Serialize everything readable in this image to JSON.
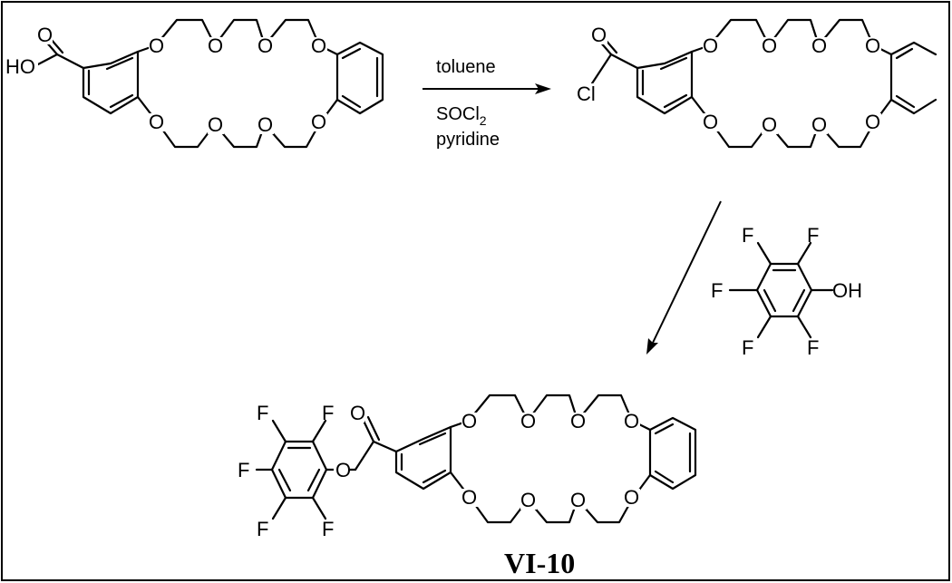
{
  "step1": {
    "reagent_top": "toluene",
    "reagent_line2_main": "SOCl",
    "reagent_line2_sub": "2",
    "reagent_line3": "pyridine"
  },
  "step2": {
    "phenol_f1": "F",
    "phenol_f2": "F",
    "phenol_f3": "F",
    "phenol_f4": "F",
    "phenol_f5": "F",
    "phenol_oh": "OH"
  },
  "reactant": {
    "carbonyl_o": "O",
    "acid_oh": "HO",
    "ether_o": [
      "O",
      "O",
      "O",
      "O",
      "O",
      "O",
      "O",
      "O"
    ]
  },
  "intermediate": {
    "carbonyl_o": "O",
    "chloride": "Cl",
    "ether_o": [
      "O",
      "O",
      "O",
      "O",
      "O",
      "O",
      "O",
      "O"
    ]
  },
  "product": {
    "carbonyl_o": "O",
    "ester_o": "O",
    "f": [
      "F",
      "F",
      "F",
      "F",
      "F"
    ],
    "ether_o": [
      "O",
      "O",
      "O",
      "O",
      "O",
      "O",
      "O",
      "O"
    ],
    "label": "VI-10"
  }
}
